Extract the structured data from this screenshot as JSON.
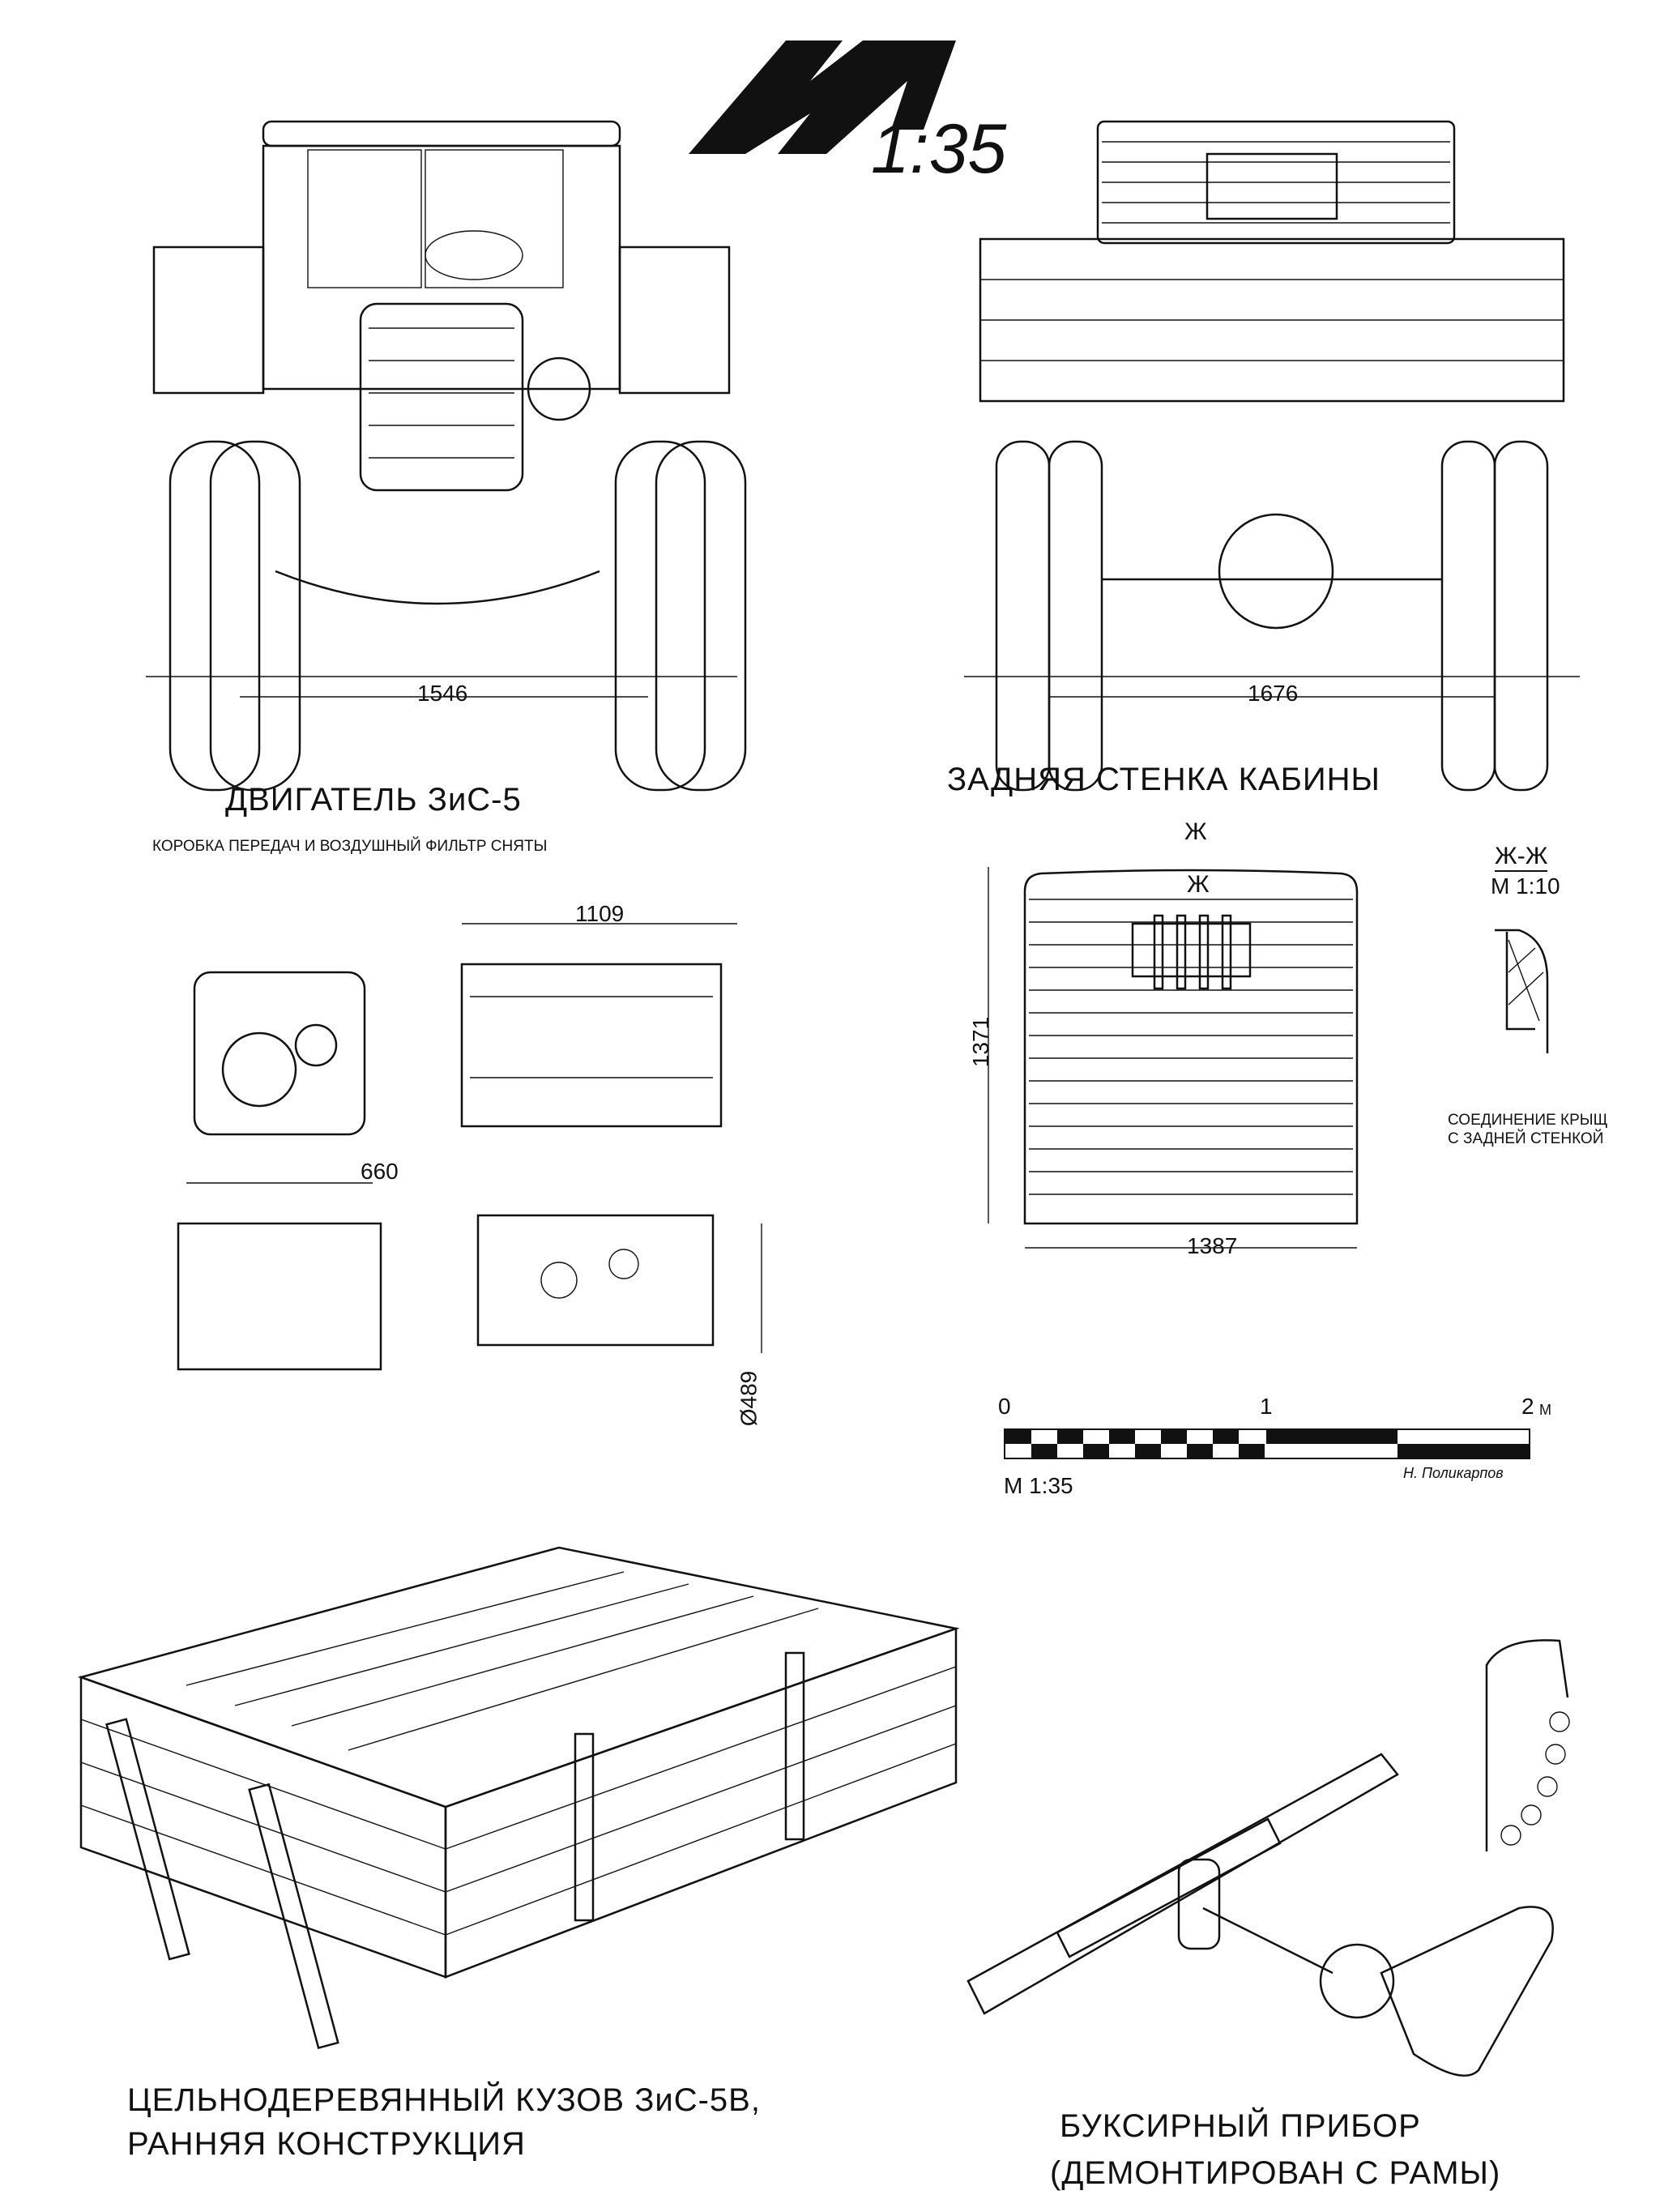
{
  "logo": {
    "letter": "M",
    "scale": "1:35"
  },
  "front_view": {
    "track_dimension": "1546"
  },
  "rear_view": {
    "track_dimension": "1676"
  },
  "engine": {
    "title": "ДВИГАТЕЛЬ ЗиС-5",
    "subtitle": "КОРОБКА ПЕРЕДАЧ И ВОЗДУШНЫЙ ФИЛЬТР СНЯТЫ",
    "length_dimension": "1109",
    "width_dimension": "660",
    "height_dimension": "Ø489"
  },
  "cab_rear_wall": {
    "title": "ЗАДНЯЯ СТЕНКА КАБИНЫ",
    "section_mark": "Ж",
    "height_dimension": "1371",
    "width_dimension": "1387",
    "section_title": "Ж-Ж",
    "section_scale": "М 1:10",
    "section_caption_line1": "СОЕДИНЕНИЕ КРЫЩ",
    "section_caption_line2": "С ЗАДНЕЙ СТЕНКОЙ"
  },
  "scale_bar": {
    "label_0": "0",
    "label_1": "1",
    "label_2": "2",
    "unit": "М",
    "scale": "М 1:35",
    "author": "Н. Поликарпов"
  },
  "cargo_body": {
    "caption_line1": "ЦЕЛЬНОДЕРЕВЯННЫЙ КУЗОВ ЗиС-5В,",
    "caption_line2": "РАННЯЯ КОНСТРУКЦИЯ"
  },
  "tow_hitch": {
    "caption_line1": "БУКСИРНЫЙ ПРИБОР",
    "caption_line2": "(ДЕМОНТИРОВАН С РАМЫ)"
  }
}
